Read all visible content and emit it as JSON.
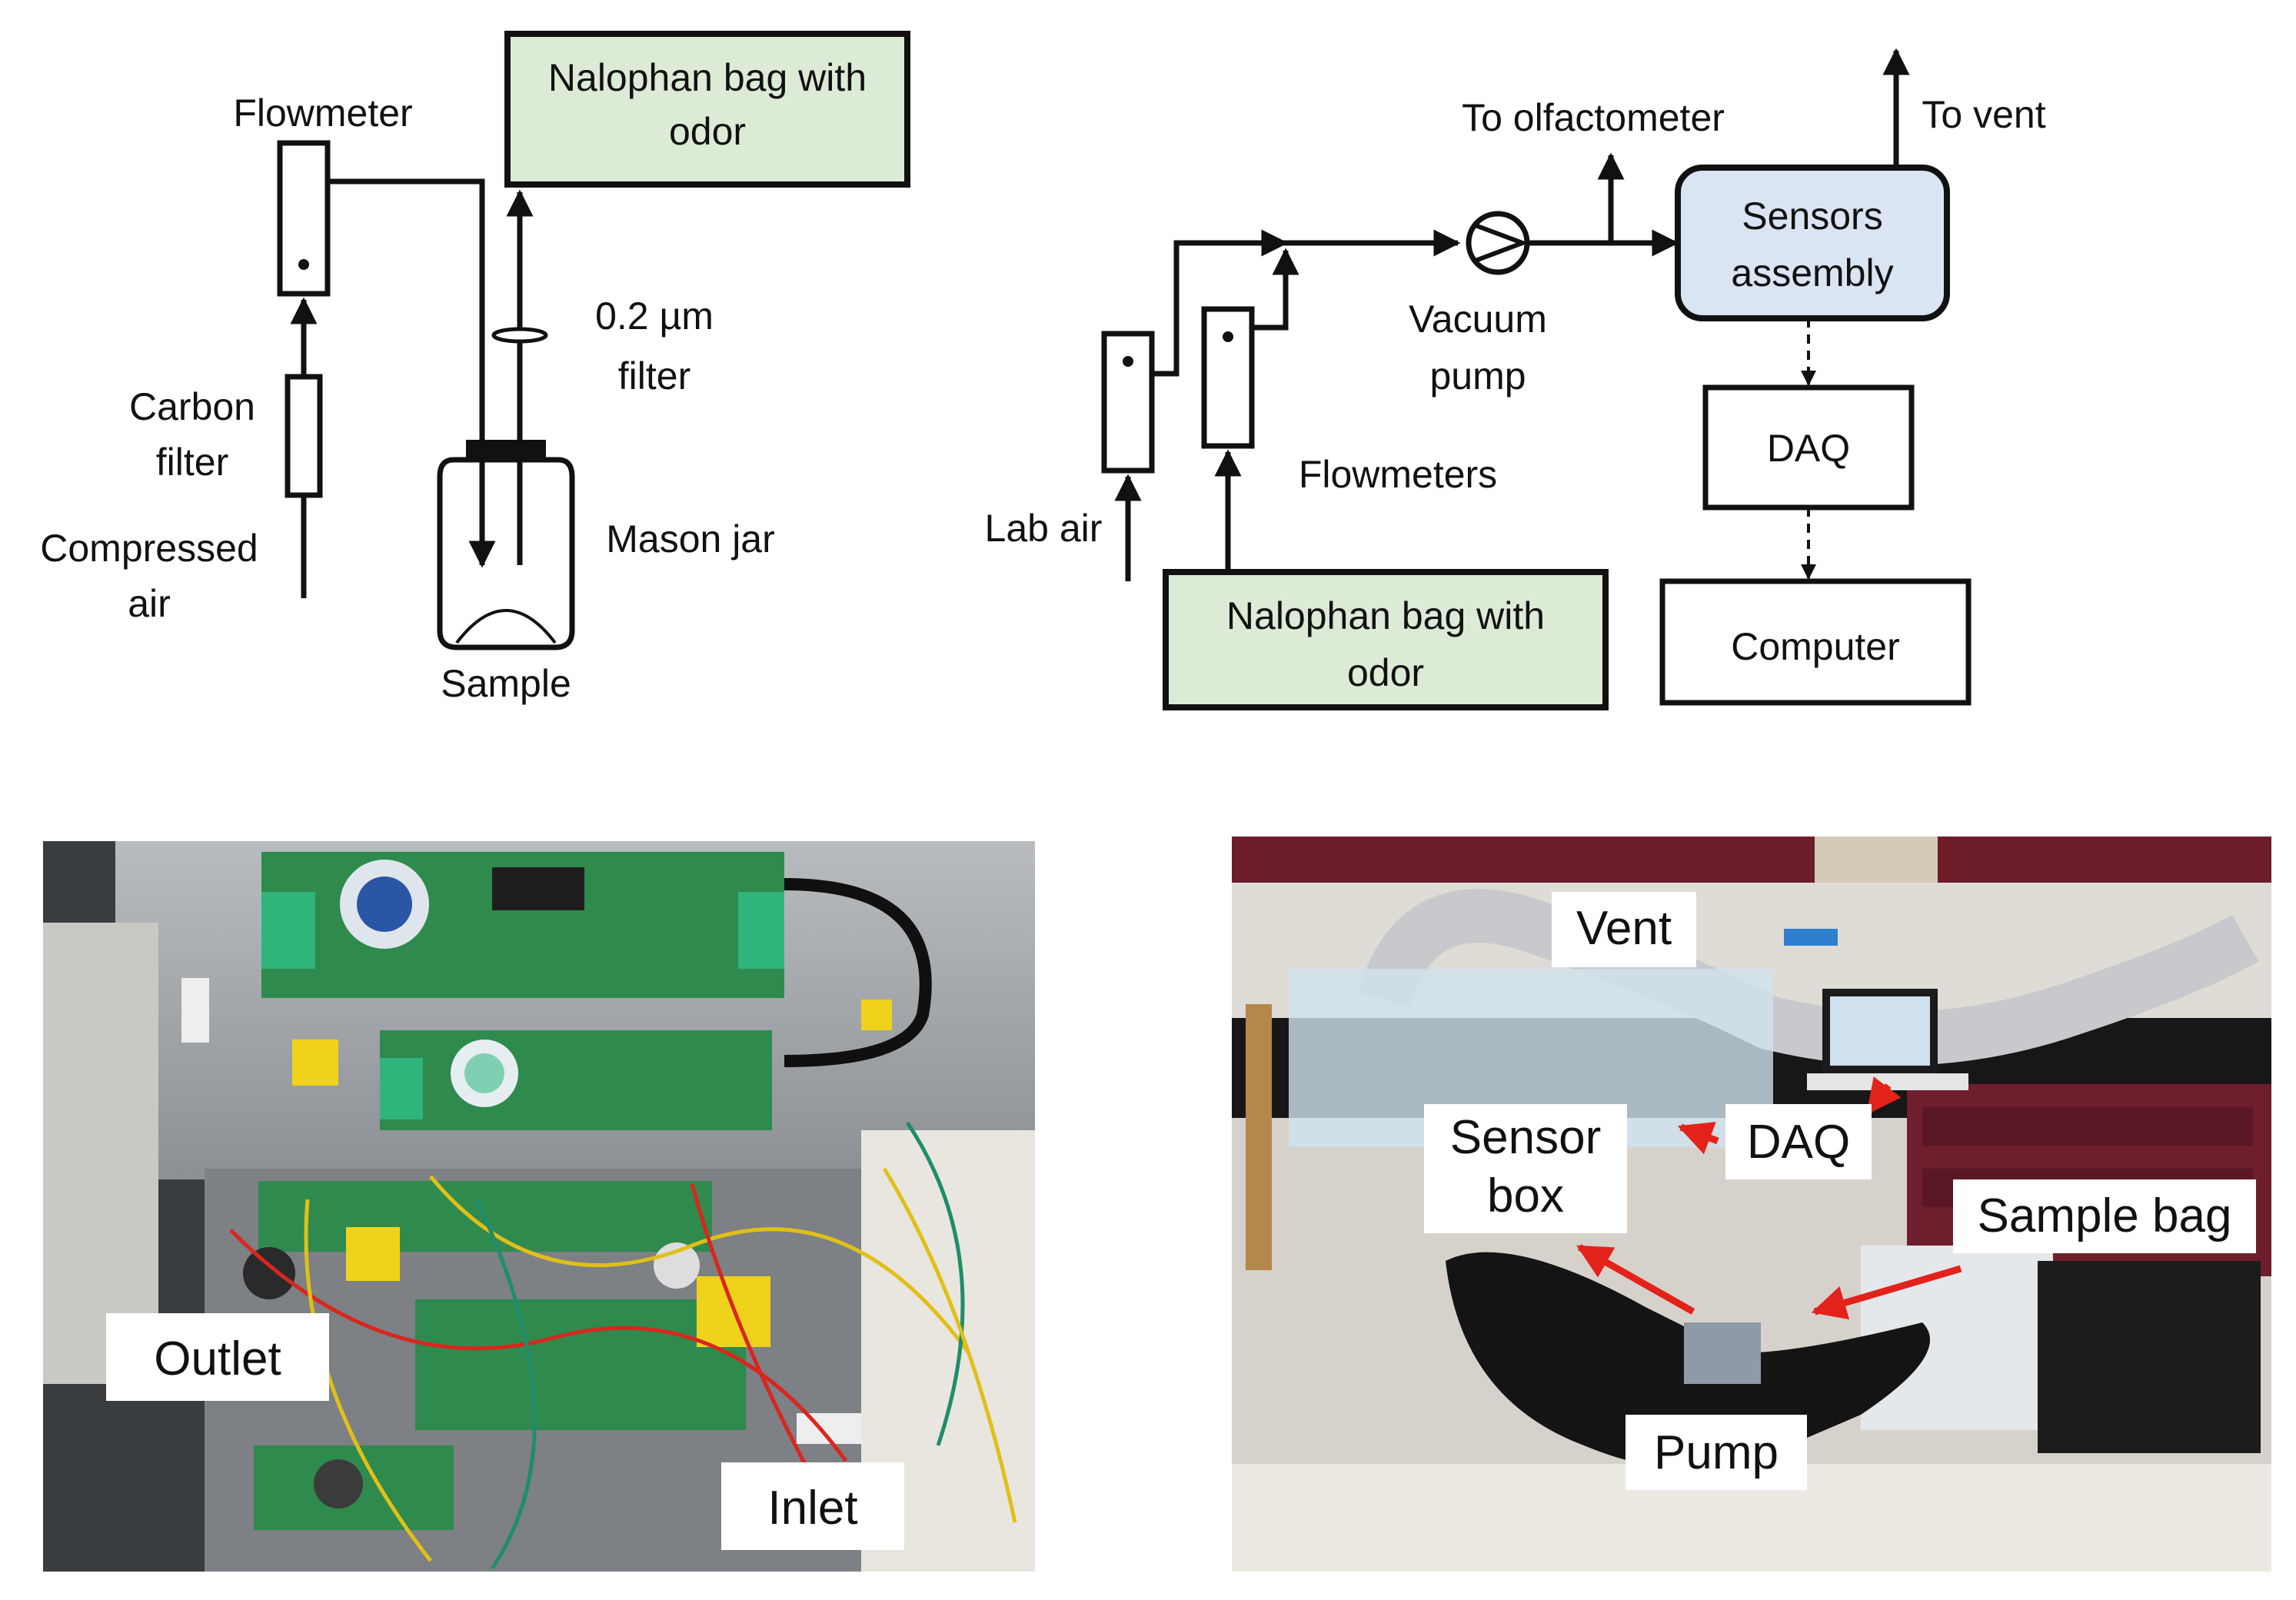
{
  "diagram_a": {
    "flowmeter": "Flowmeter",
    "bag_line1": "Nalophan bag with",
    "bag_line2": "odor",
    "filter_line1": "0.2 µm",
    "filter_line2": "filter",
    "carbon_line1": "Carbon",
    "carbon_line2": "filter",
    "air_line1": "Compressed",
    "air_line2": "air",
    "jar": "Mason jar",
    "sample": "Sample"
  },
  "diagram_b": {
    "to_olfactometer": "To olfactometer",
    "to_vent": "To vent",
    "sensors_line1": "Sensors",
    "sensors_line2": "assembly",
    "pump_line1": "Vacuum",
    "pump_line2": "pump",
    "daq": "DAQ",
    "flowmeters": "Flowmeters",
    "lab_air": "Lab air",
    "bag_line1": "Nalophan bag with",
    "bag_line2": "odor",
    "computer": "Computer"
  },
  "photo_left": {
    "outlet": "Outlet",
    "inlet": "Inlet"
  },
  "photo_right": {
    "vent": "Vent",
    "sensor_line1": "Sensor",
    "sensor_line2": "box",
    "daq": "DAQ",
    "sample_bag": "Sample bag",
    "pump": "Pump"
  },
  "colors": {
    "bag_fill": "#dcebd6",
    "sensors_fill": "#d9e5f3",
    "arrow_red": "#e3231b",
    "line": "#111111"
  }
}
